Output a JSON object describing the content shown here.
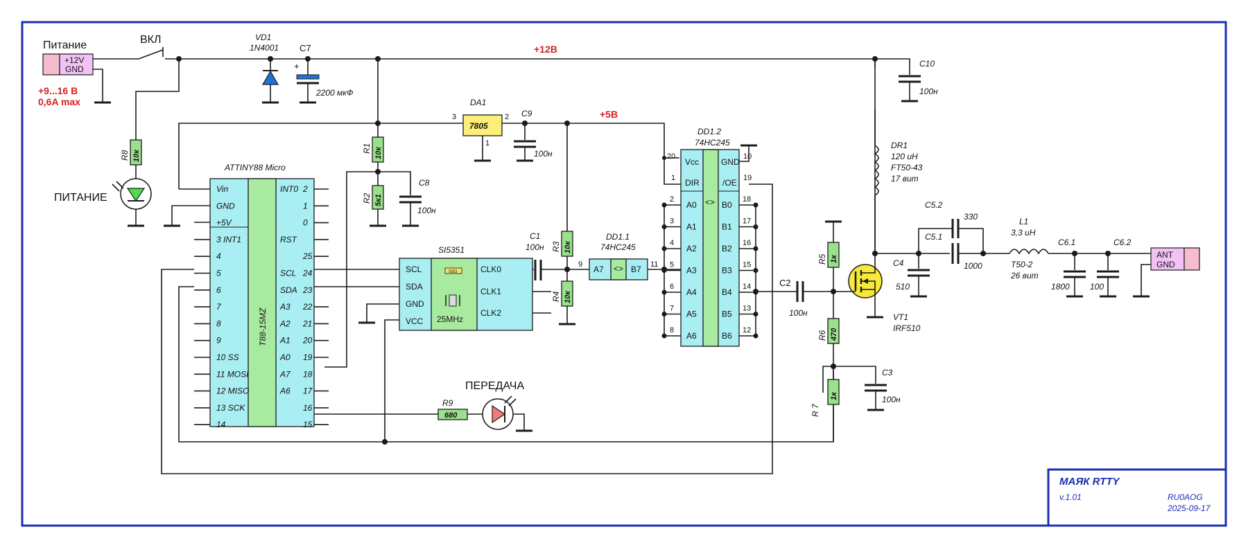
{
  "power": {
    "connector_title": "Питание",
    "pin1": "+12V",
    "pin2": "GND",
    "spec_voltage": "+9...16 В",
    "spec_current": "0,6A max",
    "switch": "ВКЛ",
    "rail12": "+12В",
    "rail5": "+5В",
    "led_label": "ПИТАНИЕ",
    "tx_led_label": "ПЕРЕДАЧА"
  },
  "components": {
    "vd1_ref": "VD1",
    "vd1_val": "1N4001",
    "c7_ref": "C7",
    "c7_plus": "+",
    "c7_val": "2200 мкФ",
    "c10_ref": "C10",
    "c10_val": "100н",
    "da1_ref": "DA1",
    "da1_val": "7805",
    "da1_p1": "1",
    "da1_p2": "2",
    "da1_p3": "3",
    "c9_ref": "C9",
    "c9_val": "100н",
    "c8_ref": "C8",
    "c8_val": "100н",
    "r1_ref": "R1",
    "r1_val": "10к",
    "r2_ref": "R2",
    "r2_val": "5к1",
    "r8_ref": "R8",
    "r8_val": "10к",
    "r3_ref": "R3",
    "r3_val": "10к",
    "r4_ref": "R4",
    "r4_val": "10к",
    "c1_ref": "C1",
    "c1_val": "100н",
    "r9_ref": "R9",
    "r9_val": "680",
    "r5_ref": "R5",
    "r5_val": "1к",
    "r6_ref": "R6",
    "r6_val": "470",
    "r7_ref": "R 7",
    "r7_val": "1к",
    "c2_ref": "C2",
    "c2_val": "100н",
    "c3_ref": "C3",
    "c3_val": "100н",
    "dr1_ref": "DR1",
    "dr1_v1": "120 uH",
    "dr1_v2": "FT50-43",
    "dr1_v3": "17 вит",
    "vt1_ref": "VT1",
    "vt1_val": "IRF510",
    "c4_ref": "C4",
    "c4_val": "510",
    "c51_ref": "C5.1",
    "c51_val": "1000",
    "c52_ref": "C5.2",
    "c52_val": "330",
    "l1_ref": "L1",
    "l1_val": "3,3 uH",
    "l1_core": "T50-2",
    "l1_turns": "26 вит",
    "c61_ref": "C6.1",
    "c61_val": "1800",
    "c62_ref": "C6.2",
    "c62_val": "100",
    "ant_pin1": "ANT",
    "ant_pin2": "GND"
  },
  "mcu": {
    "title": "ATTINY88 Micro",
    "body": "T88-15MZ",
    "left": [
      "Vin",
      "GND",
      "+5V",
      "3 INT1",
      "4",
      "5",
      "6",
      "7",
      "8",
      "9",
      "10 SS",
      "11 MOSI",
      "12 MISO",
      "13 SCK",
      "14"
    ],
    "right_names": [
      "INT0",
      "",
      "",
      "RST",
      "",
      "SCL",
      "SDA",
      "A3",
      "A2",
      "A1",
      "A0",
      "A7",
      "A6",
      "",
      "",
      ""
    ],
    "right_nums": [
      "2",
      "1",
      "0",
      "",
      "25",
      "24",
      "23",
      "22",
      "21",
      "20",
      "19",
      "18",
      "17",
      "16",
      "15"
    ]
  },
  "si": {
    "title": "SI5351",
    "left": [
      "SCL",
      "SDA",
      "GND",
      "VCC"
    ],
    "right": [
      "CLK0",
      "CLK1",
      "CLK2"
    ],
    "xtal": "25MHz",
    "chip": "SI53"
  },
  "dd11": {
    "ref": "DD1.1",
    "val": "74HC245",
    "a": "A7",
    "mid": "<>",
    "b": "B7",
    "pin_in": "9",
    "pin_out": "11"
  },
  "dd12": {
    "ref": "DD1.2",
    "val": "74HC245",
    "vcc": "Vcc",
    "gnd": "GND",
    "dir": "DIR",
    "oe": "/OE",
    "mid": "<>",
    "pin20": "20",
    "pin1": "1",
    "pin10": "10",
    "pin19": "19",
    "a": [
      "A0",
      "A1",
      "A2",
      "A3",
      "A4",
      "A5",
      "A6"
    ],
    "b": [
      "B0",
      "B1",
      "B2",
      "B3",
      "B4",
      "B5",
      "B6"
    ],
    "apins": [
      "2",
      "3",
      "4",
      "5",
      "6",
      "7",
      "8"
    ],
    "bpins": [
      "18",
      "17",
      "16",
      "15",
      "14",
      "13",
      "12"
    ]
  },
  "titleblock": {
    "title": "МАЯК RTTY",
    "version": "v.1.01",
    "author": "RU0AOG",
    "date": "2025-09-17"
  },
  "colors": {
    "frame": "#1a2db5",
    "resistor": "#9be08e",
    "ic": "#a9eef2",
    "regulator": "#fbef7a",
    "connector": "#f6bccd",
    "rail_label": "#d62020"
  }
}
